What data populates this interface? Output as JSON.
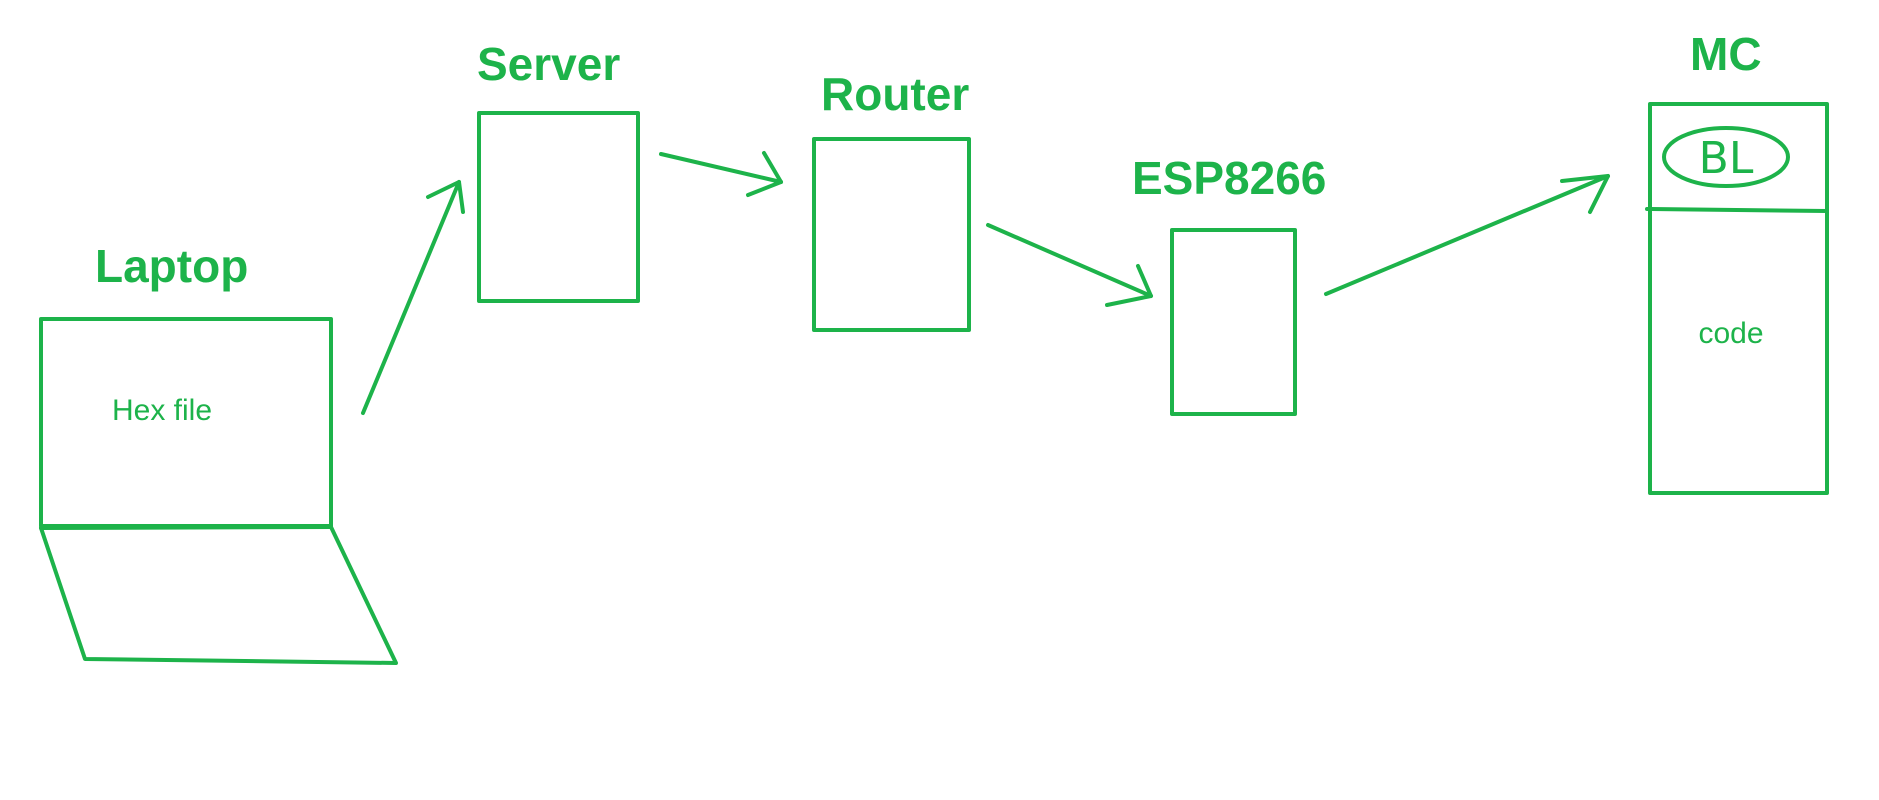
{
  "colors": {
    "stroke": "#1db34a",
    "background": "#ffffff"
  },
  "laptop": {
    "label": "Laptop",
    "screen_text": "Hex file"
  },
  "server": {
    "label": "Server"
  },
  "router": {
    "label": "Router"
  },
  "esp": {
    "label": "ESP8266"
  },
  "mc": {
    "label": "MC",
    "bootloader_text": "BL",
    "code_text": "code"
  }
}
